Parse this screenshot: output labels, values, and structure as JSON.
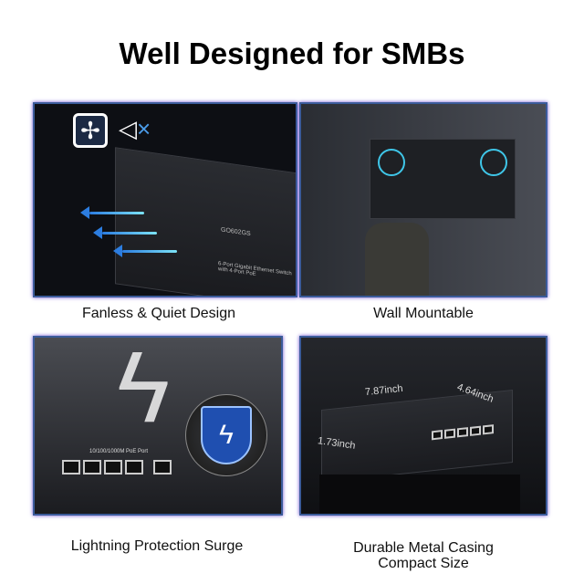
{
  "title": "Well Designed for SMBs",
  "panels": [
    {
      "caption": "Fanless & Quiet Design",
      "icons": [
        "fan-icon",
        "mute-icon"
      ],
      "device_model": "GO602GS",
      "device_label": "6-Port Gigabit Ethernet Switch with 4-Port PoE"
    },
    {
      "caption": "Wall Mountable"
    },
    {
      "caption": "Lightning Protection Surge",
      "port_label": "10/100/1000M PoE Port",
      "icons": [
        "lightning-icon",
        "shield-icon"
      ]
    },
    {
      "caption_lines": [
        "Durable Metal Casing",
        "Compact Size"
      ],
      "dimensions": {
        "length": "7.87inch",
        "width": "4.64inch",
        "height": "1.73inch"
      }
    }
  ],
  "colors": {
    "accent": "#3b5b9a",
    "airflow": "#2c7de0",
    "shield": "#1f4fb0"
  }
}
